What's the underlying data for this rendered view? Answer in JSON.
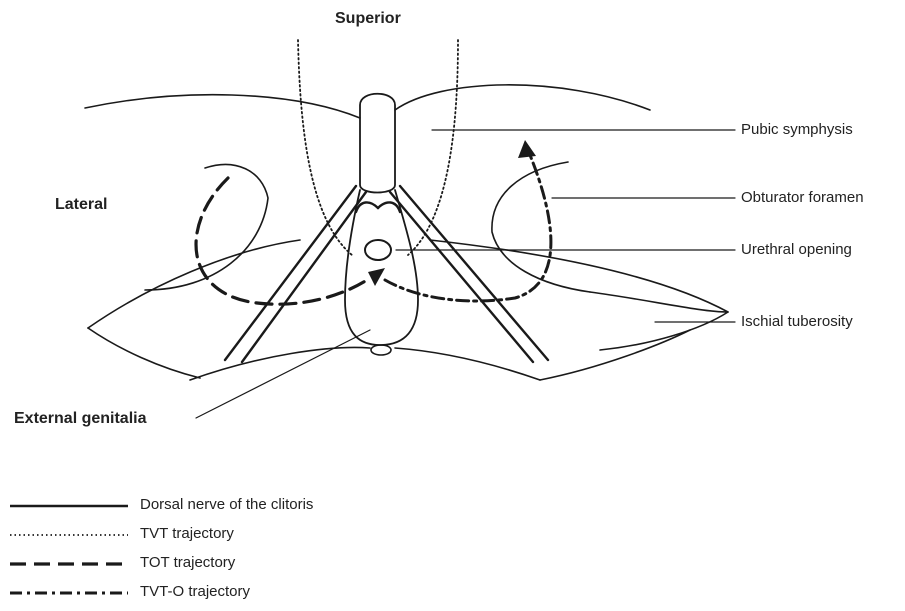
{
  "orientation": {
    "superior": "Superior",
    "lateral": "Lateral"
  },
  "labels": {
    "pubic_symphysis": "Pubic symphysis",
    "obturator_foramen": "Obturator foramen",
    "urethral_opening": "Urethral opening",
    "ischial_tuberosity": "Ischial tuberosity",
    "external_genitalia": "External genitalia"
  },
  "legend": [
    {
      "style": "solid",
      "label": "Dorsal nerve of the clitoris"
    },
    {
      "style": "dotted",
      "label": "TVT trajectory"
    },
    {
      "style": "dashed",
      "label": "TOT trajectory"
    },
    {
      "style": "dash-dot",
      "label": "TVT-O trajectory"
    }
  ]
}
